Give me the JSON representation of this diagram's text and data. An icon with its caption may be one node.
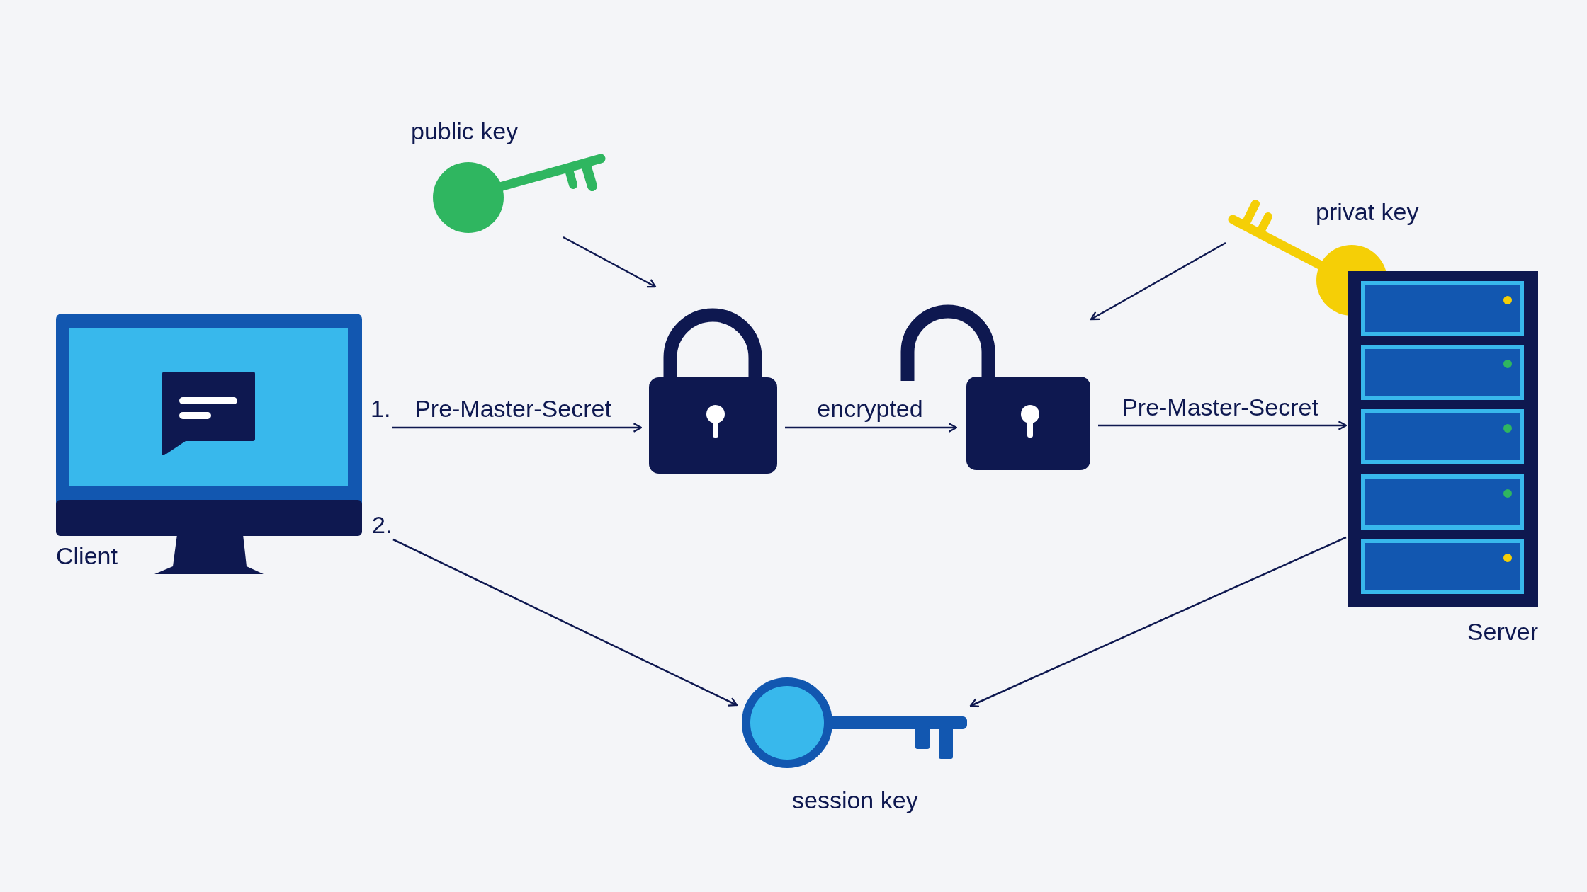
{
  "diagram": {
    "nodes": [
      {
        "text": [
          "Client"
        ]
      },
      {
        "text": [
          "public key"
        ]
      },
      {
        "text": [],
        "shape": "picture"
      },
      {
        "text": [],
        "shape": "picture"
      },
      {
        "text": [
          "privat key"
        ]
      },
      {
        "text": [
          "Server"
        ]
      },
      {
        "text": [
          "session key"
        ]
      }
    ],
    "edges": [
      {
        "from": 1,
        "to": 2,
        "arrow": "to"
      },
      {
        "from": 4,
        "to": 3,
        "arrow": "to"
      },
      {
        "from": 0,
        "to": 2,
        "arrow": "to",
        "label": "Pre-Master-Secret"
      },
      {
        "from": 2,
        "to": 3,
        "arrow": "to",
        "label": "encrypted"
      },
      {
        "from": 3,
        "to": 5,
        "arrow": "to",
        "label": "Pre-Master-Secret"
      },
      {
        "from": 0,
        "to": 6,
        "arrow": "to"
      },
      {
        "from": 5,
        "to": 6,
        "arrow": "to"
      }
    ],
    "labels": [
      "1.",
      "2."
    ]
  }
}
